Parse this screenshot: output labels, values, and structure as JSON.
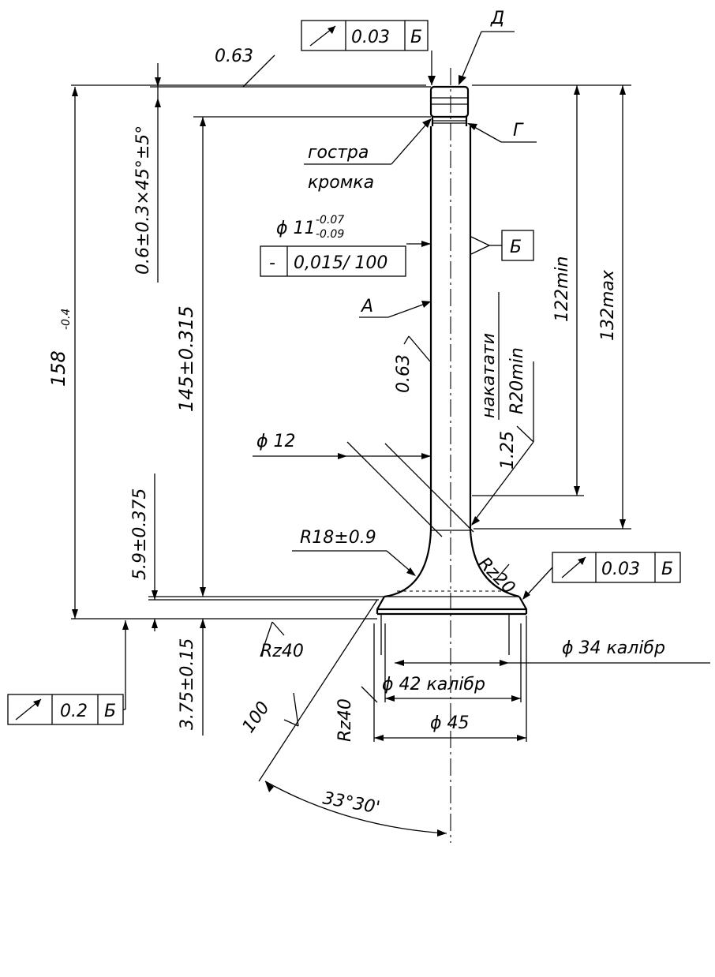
{
  "labels": {
    "roughness_top": "0.63",
    "gt_top_value": "0.03",
    "gt_top_datum": "Б",
    "callout_d": "Д",
    "callout_g": "Г",
    "sharp_edge_line1": "гостра",
    "sharp_edge_line2": "кромка",
    "chamfer": "0.6±0.3×45°±5°",
    "stem_diameter": "ϕ 11",
    "stem_tol_upper": "-0.07",
    "stem_tol_lower": "-0.09",
    "datum_b": "Б",
    "straightness_symbol": "-",
    "straightness_value": "0,015/ 100",
    "callout_a": "A",
    "roughness_stem": "0.63",
    "knurl": "накатати",
    "knurl_radius": "R20min",
    "roughness_knurl": "1.25",
    "len_122": "122min",
    "len_132": "132max",
    "len_158": "158",
    "len_158_tol": "-0.4",
    "len_145": "145±0.315",
    "diam_12": "ϕ 12",
    "radius_18": "R18±0.9",
    "roughness_rz20": "Rz20",
    "head_height": "5.9±0.375",
    "gt_face_value": "0.03",
    "gt_face_datum": "Б",
    "face_thickness": "3.75±0.15",
    "roughness_rz40_left": "Rz40",
    "diam_34": "ϕ 34  калібр",
    "diam_42": "ϕ 42  калібр",
    "roughness_rz40_seat": "Rz40",
    "diam_45": "ϕ 45",
    "roughness_100": "100",
    "gt_bottom_value": "0.2",
    "gt_bottom_datum": "Б",
    "angle": "33°30'"
  }
}
